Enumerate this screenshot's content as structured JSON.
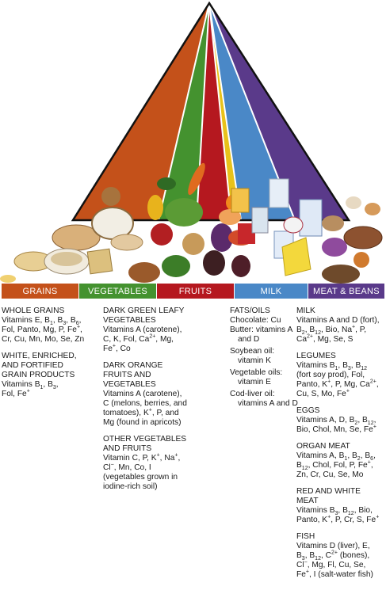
{
  "bands": {
    "grains": "Grains",
    "vegetables": "Vegetables",
    "fruits": "Fruits",
    "milk": "Milk",
    "meat": "Meat & Beans"
  },
  "colors": {
    "grains": "#c4511a",
    "vegetables": "#44922f",
    "fruits": "#b5181f",
    "oils": "#e8c21a",
    "milk": "#4a88c7",
    "meat": "#5a3a8a"
  },
  "columns": {
    "grains": {
      "whole_title": "Whole grains",
      "enriched_title": [
        "White, enriched,",
        "and fortified",
        "grain products"
      ]
    },
    "vegetables": {
      "dgl_title": [
        "Dark green leafy",
        "vegetables"
      ],
      "orange_title": [
        "Dark orange",
        "fruits and",
        "vegetables"
      ],
      "orange_l2": "C (melons, berries, and",
      "orange_l3": "tomatoes), K",
      "orange_l3b": ", P, and",
      "orange_l4": "Mg (found in apricots)",
      "other_title": [
        "Other vegetables",
        "and fruits"
      ],
      "other_l3": "(vegetables grown in",
      "other_l4": "iodine-rich soil)"
    },
    "fats": {
      "title": "Fats/oils",
      "l1": "Chocolate: Cu",
      "l2": "Butter: vitamins A",
      "l3": "and D",
      "l4": "Soybean oil:",
      "l5": "vitamin K",
      "l6": "Vegetable oils:",
      "l7": "vitamin E",
      "l8": "Cod-liver oil:",
      "l9": "vitamins A and D"
    },
    "milk": {
      "milk_title": "Milk",
      "milk_l1": "Vitamins A and D (fort),",
      "legumes_title": "Legumes",
      "legumes_l2": "(fort soy prod), Fol,",
      "eggs_title": "Eggs",
      "organ_title": "Organ meat",
      "redwhite_title": [
        "Red and white",
        "meat"
      ],
      "fish_title": "Fish",
      "fish_l1": "Vitamins D (liver), E,",
      "fish_l4": ", I (salt-water fish)"
    }
  }
}
